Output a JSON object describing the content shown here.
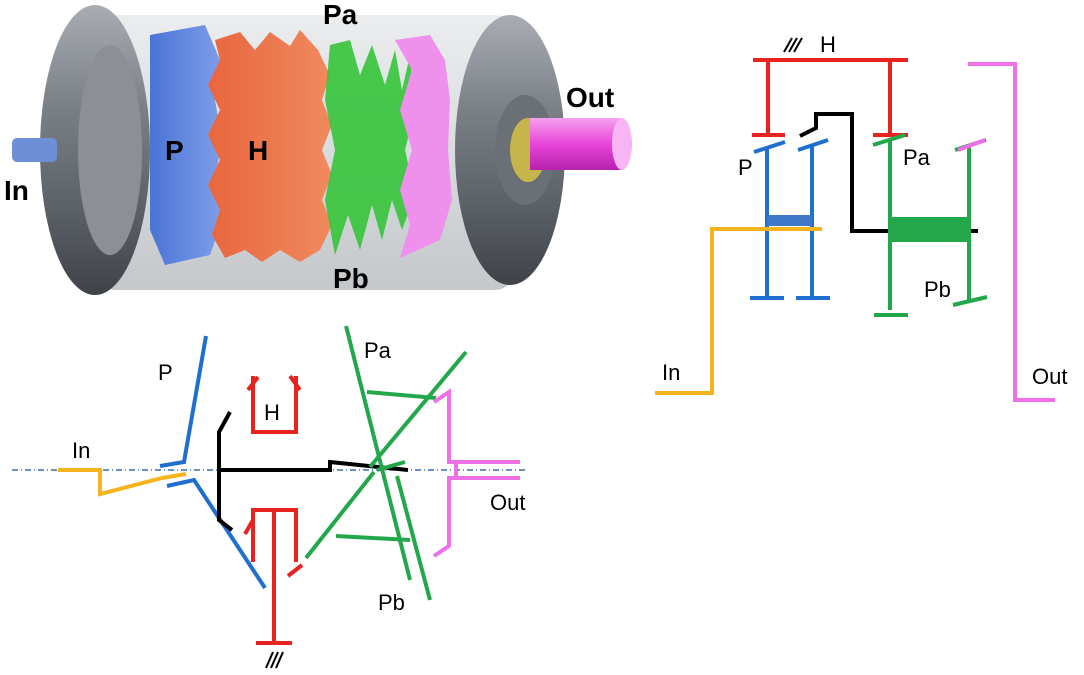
{
  "render_labels": {
    "p": "P",
    "h": "H",
    "pa": "Pa",
    "pb": "Pb",
    "in": "In",
    "out": "Out"
  },
  "schematic_labels": {
    "h": "H",
    "p": "P",
    "pa": "Pa",
    "pb": "Pb",
    "in": "In",
    "out": "Out"
  },
  "kinematic_labels": {
    "p": "P",
    "h": "H",
    "pa": "Pa",
    "pb": "Pb",
    "in": "In",
    "out": "Out"
  },
  "colors": {
    "planet_p": "#1f6fd1",
    "housing_h": "#e8231f",
    "planet_pa_pb": "#22a84a",
    "input": "#f5b41e",
    "output": "#ee6fe6",
    "carrier": "#000000",
    "axis": "#3a6fb0"
  }
}
